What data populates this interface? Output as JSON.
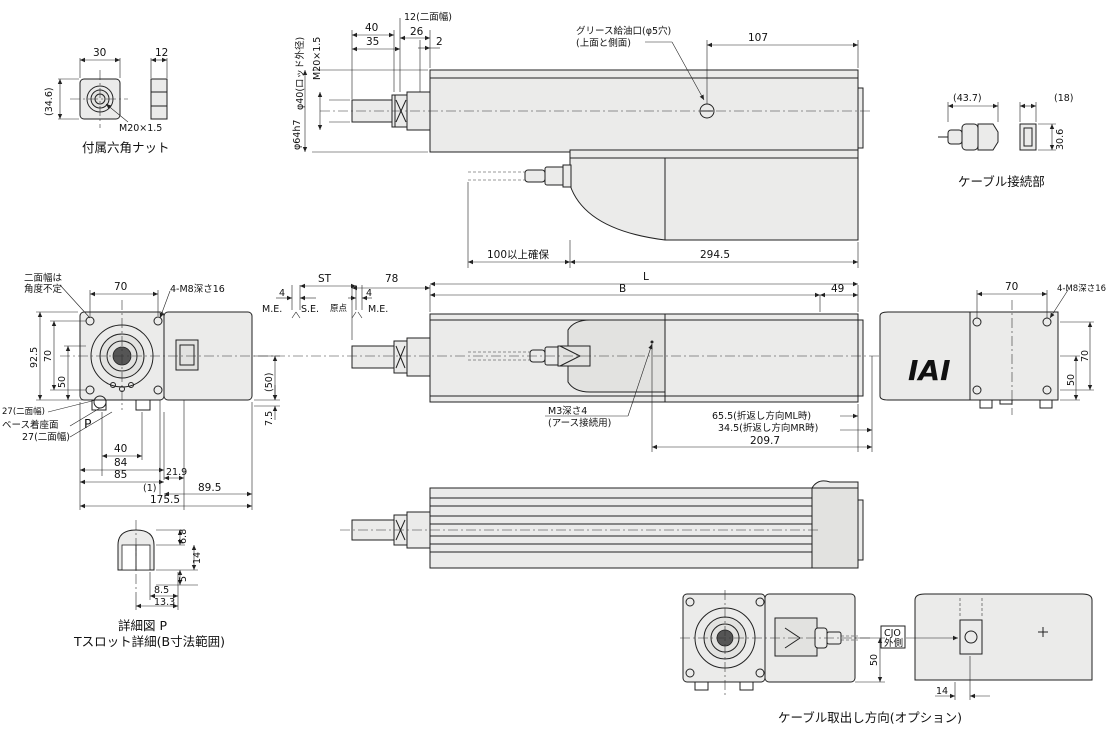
{
  "captions": {
    "hex_nut": "付属六角ナット",
    "cable_connection": "ケーブル接続部",
    "detail_p": "詳細図 P",
    "tslot_detail": "Tスロット詳細(B寸法範囲)",
    "cable_option": "ケーブル取出し方向(オプション)"
  },
  "labels": {
    "grease_1": "グリース給油口(φ5穴)",
    "grease_2": "(上面と側面)",
    "twoflat_angle_1": "二面幅は",
    "twoflat_angle_2": "角度不定",
    "m8_depth": "4-M8深さ16",
    "m8_depth_r": "4-M8深さ16",
    "m3_1": "M3深さ4",
    "m3_2": "(アース接続用)",
    "ml": "65.5(折返し方向ML時)",
    "mr": "34.5(折返し方向MR時)",
    "base_seat": "ベース着座面",
    "twoflat27a": "27(二面幅)",
    "twoflat27b": "27(二面幅)",
    "twoflat12": "12(二面幅)",
    "rod_od": "φ40(ロッド外径)",
    "m20_rod": "M20×1.5",
    "m20_nut": "M20×1.5",
    "me_l": "M.E.",
    "se": "S.E.",
    "origin": "原点",
    "me_r": "M.E.",
    "st": "ST",
    "L": "L",
    "B": "B",
    "P": "P",
    "cable_100": "100以上確保",
    "cjo_1": "CJO",
    "cjo_2": "外側",
    "phi64": "φ64h7",
    "iai": "IAI"
  },
  "dims": {
    "nut_30": "30",
    "nut_12": "12",
    "nut_346": "(34.6)",
    "top_40": "40",
    "top_35": "35",
    "top_26": "26",
    "top_2": "2",
    "top_107": "107",
    "top_2945": "294.5",
    "cab_437": "(43.7)",
    "cab_18": "(18)",
    "cab_306": "30.6",
    "d4a": "4",
    "d78": "78",
    "d4b": "4",
    "d49": "49",
    "f70": "70",
    "f925": "92.5",
    "f70v": "70",
    "f50": "50",
    "f50p": "(50)",
    "f75": "7.5",
    "f40": "40",
    "f84": "84",
    "f85": "85",
    "f219": "21.9",
    "f1": "(1)",
    "f895": "89.5",
    "f1755": "175.5",
    "r70": "70",
    "r70v": "70",
    "r50": "50",
    "d2097": "209.7",
    "p68": "6.8",
    "p14": "14",
    "p5": "5",
    "p85": "8.5",
    "p133": "13.3",
    "o50": "50",
    "o14": "14"
  }
}
